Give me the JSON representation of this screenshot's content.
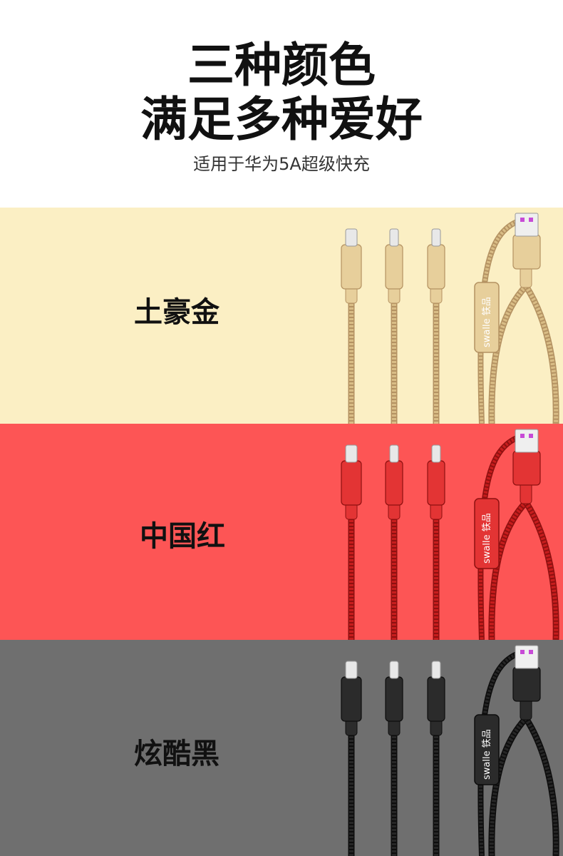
{
  "header": {
    "title_line1": "三种颜色",
    "title_line2": "满足多种爱好",
    "subtitle": "适用于华为5A超级快充"
  },
  "variants": [
    {
      "label": "土豪金",
      "background": "#fbefc4",
      "cable_color": "#d9bd86",
      "cable_dark": "#b49262",
      "connector_color": "#e7cf9b",
      "brand_text": "swalle 铁品"
    },
    {
      "label": "中国红",
      "background": "#fd5555",
      "cable_color": "#c81d1d",
      "cable_dark": "#8e1010",
      "connector_color": "#e33434",
      "brand_text": "swalle 铁品"
    },
    {
      "label": "炫酷黑",
      "background": "#6f6f6f",
      "cable_color": "#262626",
      "cable_dark": "#0d0d0d",
      "connector_color": "#2b2b2b",
      "brand_text": "swalle 铁品"
    }
  ]
}
